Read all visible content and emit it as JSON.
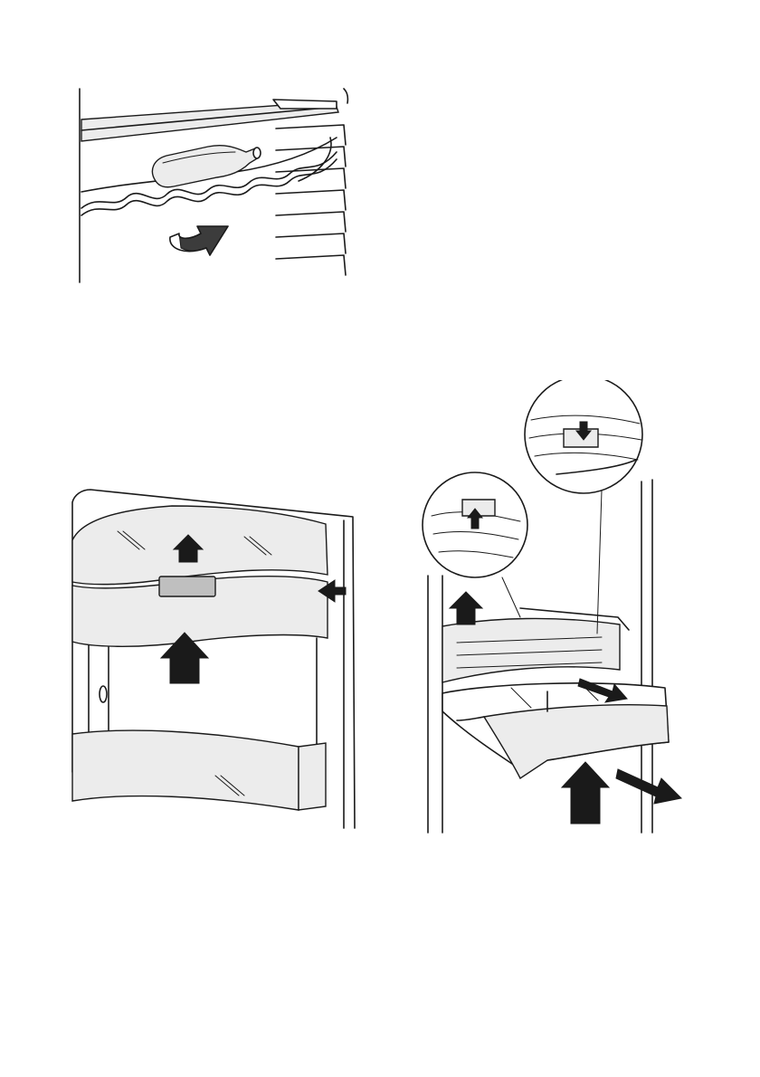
{
  "figures": [
    {
      "id": "wine-rack",
      "icon": "bottle-rack-illustration"
    },
    {
      "id": "door-shelf",
      "icon": "door-balcony-illustration"
    },
    {
      "id": "crisper-drawer",
      "icon": "drawer-removal-illustration"
    }
  ],
  "colors": {
    "line": "#1a1a1a",
    "shade": "#bfbfbf",
    "pale": "#ececec",
    "background": "#ffffff"
  }
}
